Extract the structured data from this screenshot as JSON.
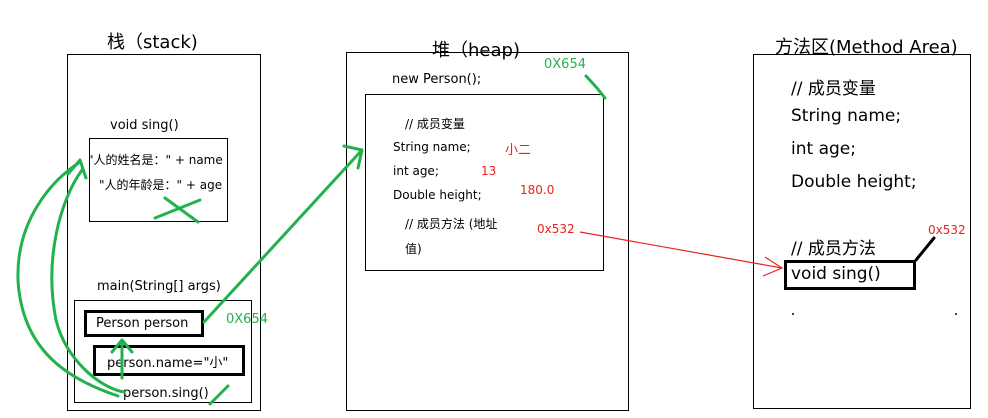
{
  "stack": {
    "title": "栈（stack)",
    "sing_frame": {
      "label": "void sing()",
      "line1": "\"人的姓名是：\" + name",
      "line2": "\"人的年龄是：\" + age"
    },
    "main_frame": {
      "label": "main(String[] args)",
      "person_var": "Person person",
      "assign_stmt": "person.name=\"小\"",
      "call_stmt": "person.sing()",
      "address": "0X654"
    }
  },
  "heap": {
    "title": "堆（heap)",
    "new_expr": "new Person();",
    "address": "0X654",
    "object": {
      "member_var_comment": "// 成员变量",
      "name_field": "String name;",
      "name_value": "小二",
      "age_field": "int age;",
      "age_value": "13",
      "height_field": "Double height;",
      "height_value": "180.0",
      "method_comment_line1": "// 成员方法 (地址",
      "method_comment_line2": "值)",
      "method_address": "0x532"
    }
  },
  "method_area": {
    "title": "方法区(Method Area)",
    "member_var_comment": "// 成员变量",
    "name_field": "String name;",
    "age_field": "int age;",
    "height_field": "Double height;",
    "method_comment": "// 成员方法",
    "method_signature": "void sing()",
    "method_address": "0x532"
  },
  "colors": {
    "annotation_green": "#22b24c",
    "annotation_red": "#e8231e",
    "outline": "#000000"
  }
}
